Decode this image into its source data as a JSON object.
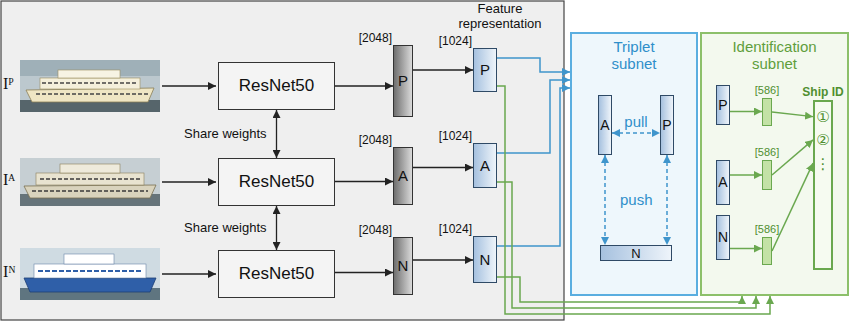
{
  "diagram": {
    "nodes": [
      {
        "text": [
          "ResNet50"
        ]
      },
      {
        "text": [
          "[2048]",
          "P"
        ]
      },
      {
        "text": [
          "[1024]",
          "P"
        ]
      },
      {
        "text": [
          "ResNet50"
        ]
      },
      {
        "text": [
          "[2048]",
          "A"
        ]
      },
      {
        "text": [
          "[1024]",
          "A"
        ]
      },
      {
        "text": [
          "ResNet50"
        ]
      },
      {
        "text": [
          "[2048]",
          "N"
        ]
      },
      {
        "text": [
          "[1024]",
          "N"
        ]
      },
      {
        "text": [
          "Triplet subnet"
        ]
      },
      {
        "text": [
          "A"
        ],
        "in": 9
      },
      {
        "text": [
          "P"
        ],
        "in": 9
      },
      {
        "text": [
          "N"
        ],
        "in": 9
      },
      {
        "text": [
          "Identification subnet"
        ]
      },
      {
        "text": [
          "P"
        ],
        "in": 13
      },
      {
        "text": [
          "A"
        ],
        "in": 13
      },
      {
        "text": [
          "N"
        ],
        "in": 13
      },
      {
        "text": [
          "[586]"
        ],
        "in": 13
      },
      {
        "text": [
          "[586]"
        ],
        "in": 13
      },
      {
        "text": [
          "[586]"
        ],
        "in": 13
      },
      {
        "text": [
          "Ship ID",
          "①",
          "②",
          "⋮"
        ],
        "in": 13
      }
    ],
    "edges": [
      {
        "from": 0,
        "to": 1,
        "arrow": "to"
      },
      {
        "from": 1,
        "to": 2,
        "arrow": "to"
      },
      {
        "from": 3,
        "to": 4,
        "arrow": "to"
      },
      {
        "from": 4,
        "to": 5,
        "arrow": "to"
      },
      {
        "from": 6,
        "to": 7,
        "arrow": "to"
      },
      {
        "from": 7,
        "to": 8,
        "arrow": "to"
      },
      {
        "from": 0,
        "to": 3,
        "label": "Share weights",
        "arrow": "both"
      },
      {
        "from": 3,
        "to": 6,
        "label": "Share weights",
        "arrow": "both"
      },
      {
        "from": 2,
        "to": 9,
        "arrow": "to"
      },
      {
        "from": 5,
        "to": 9,
        "arrow": "to"
      },
      {
        "from": 8,
        "to": 9,
        "arrow": "to"
      },
      {
        "from": 2,
        "to": 13,
        "arrow": "to"
      },
      {
        "from": 5,
        "to": 13,
        "arrow": "to"
      },
      {
        "from": 8,
        "to": 13,
        "arrow": "to"
      },
      {
        "from": 10,
        "to": 11,
        "label": "pull",
        "arrow": "both"
      },
      {
        "from": 10,
        "to": 12,
        "label": "push",
        "arrow": "both"
      },
      {
        "from": 11,
        "to": 12,
        "arrow": "both"
      },
      {
        "from": 14,
        "to": 17,
        "arrow": "to"
      },
      {
        "from": 15,
        "to": 18,
        "arrow": "to"
      },
      {
        "from": 16,
        "to": 19,
        "arrow": "to"
      },
      {
        "from": 17,
        "to": 20,
        "arrow": "to"
      },
      {
        "from": 18,
        "to": 20,
        "arrow": "to"
      },
      {
        "from": 19,
        "to": 20,
        "arrow": "to"
      }
    ],
    "labels": [
      "Feature representation",
      "Iᴾ",
      "Iᴬ",
      "Iᴺ"
    ]
  }
}
